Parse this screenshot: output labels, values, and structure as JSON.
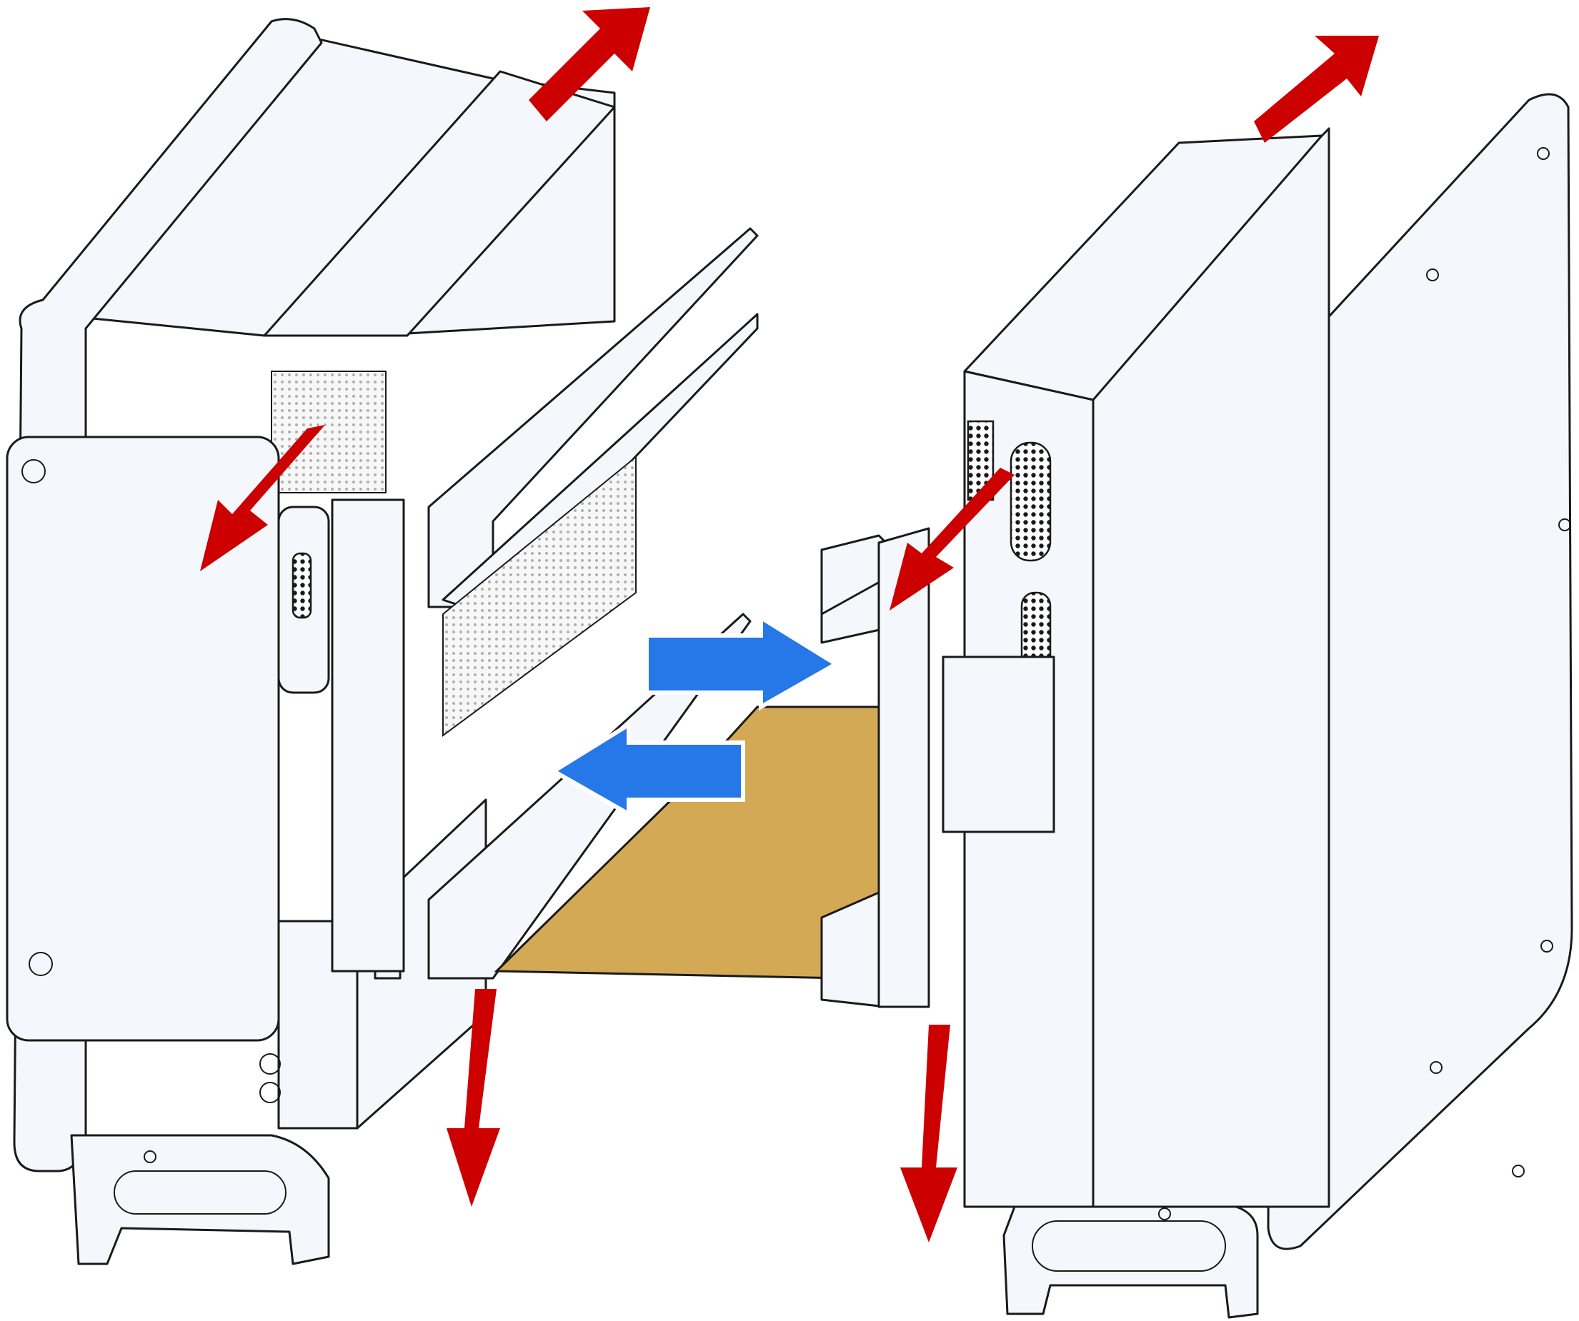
{
  "colors": {
    "exhaust_arrow": "#cc0000",
    "intake_arrow": "#2677e8",
    "shelf": "#d4a955",
    "unit_fill": "#f4f8fc",
    "outline": "#1a1a1a"
  },
  "components": {
    "left_unit": "enclosure",
    "right_unit": "enclosure",
    "shelf": "mounting-plate"
  },
  "arrows": {
    "red_count": 6,
    "blue_count": 2
  }
}
